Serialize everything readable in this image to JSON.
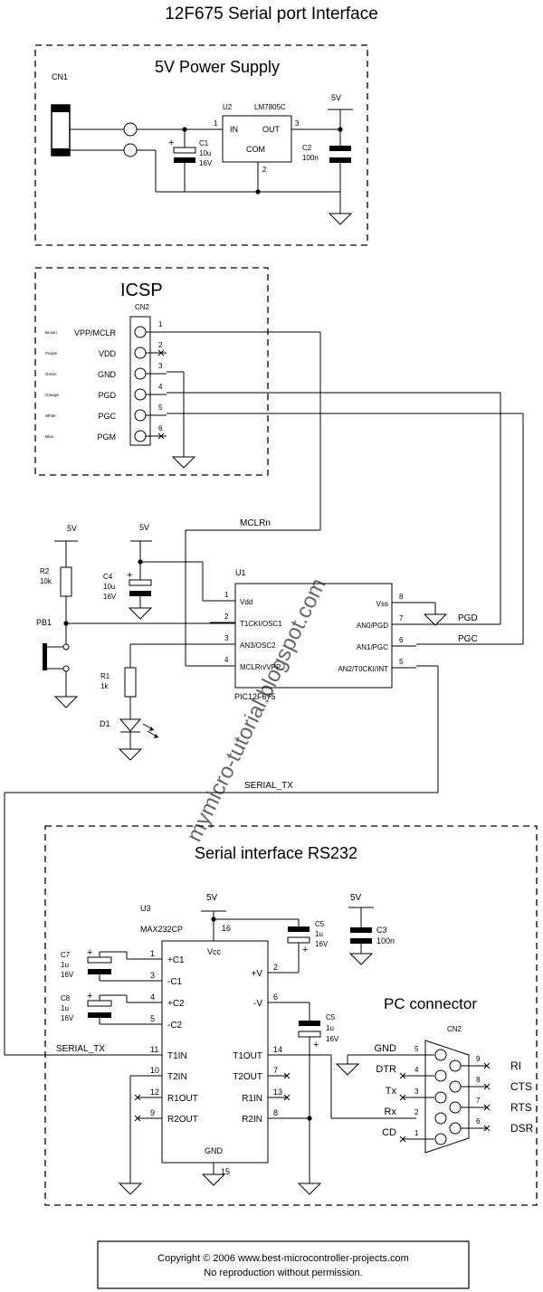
{
  "title": "12F675 Serial port Interface",
  "watermark": "mymicro-tutorial.blogspot.com",
  "power_supply": {
    "title": "5V Power Supply",
    "cn1": "CN1",
    "u2": "U2",
    "regulator": "LM7805C",
    "pin_in": "IN",
    "pin_out": "OUT",
    "pin_com": "COM",
    "pin1": "1",
    "pin2": "2",
    "pin3": "3",
    "c1": [
      "C1",
      "10u",
      "16V"
    ],
    "c2": [
      "C2",
      "100n"
    ],
    "vout": "5V",
    "plus": "+"
  },
  "icsp": {
    "title": "ICSP",
    "connector": "CN2",
    "colors": [
      "Brown",
      "Purple",
      "Green",
      "Orange",
      "White",
      "Blue"
    ],
    "signals": [
      "VPP/MCLR",
      "VDD",
      "GND",
      "PGD",
      "PGC",
      "PGM"
    ],
    "pins": [
      "1",
      "2",
      "3",
      "4",
      "5",
      "6"
    ]
  },
  "mcu": {
    "u1": "U1",
    "part": "PIC12F675",
    "left_pins": [
      {
        "num": "1",
        "name": "Vdd"
      },
      {
        "num": "2",
        "name": "T1CKI/OSC1"
      },
      {
        "num": "3",
        "name": "AN3/OSC2"
      },
      {
        "num": "4",
        "name": "MCLRn/VPP"
      }
    ],
    "right_pins": [
      {
        "num": "8",
        "name": "Vss"
      },
      {
        "num": "7",
        "name": "AN0/PGD"
      },
      {
        "num": "6",
        "name": "AN1/PGC"
      },
      {
        "num": "5",
        "name": "AN2/T0CKI/INT"
      }
    ],
    "net_mclr": "MCLRn",
    "net_pgd": "PGD",
    "net_pgc": "PGC",
    "net_serial_tx": "SERIAL_TX",
    "v5": "5V",
    "r2": [
      "R2",
      "10k"
    ],
    "c4": [
      "C4",
      "10u",
      "16V"
    ],
    "pb1": "PB1",
    "r1": [
      "R1",
      "1k"
    ],
    "d1": "D1"
  },
  "rs232": {
    "title": "Serial interface RS232",
    "u3": "U3",
    "part": "MAX232CP",
    "v5": "5V",
    "vcc": "Vcc",
    "gnd": "GND",
    "pin15": "15",
    "pin16": "16",
    "left_pins": [
      {
        "num": "1",
        "name": "+C1"
      },
      {
        "num": "3",
        "name": "-C1"
      },
      {
        "num": "4",
        "name": "+C2"
      },
      {
        "num": "5",
        "name": "-C2"
      },
      {
        "num": "11",
        "name": "T1IN"
      },
      {
        "num": "10",
        "name": "T2IN"
      },
      {
        "num": "12",
        "name": "R1OUT"
      },
      {
        "num": "9",
        "name": "R2OUT"
      }
    ],
    "right_pins": [
      {
        "num": "2",
        "name": "+V"
      },
      {
        "num": "6",
        "name": "-V"
      },
      {
        "num": "14",
        "name": "T1OUT"
      },
      {
        "num": "7",
        "name": "T2OUT"
      },
      {
        "num": "13",
        "name": "R1IN"
      },
      {
        "num": "8",
        "name": "R2IN"
      }
    ],
    "c3": [
      "C3",
      "100n"
    ],
    "c5_top": [
      "C5",
      "1u",
      "16V"
    ],
    "c5": [
      "C5",
      "1u",
      "16V"
    ],
    "c7": [
      "C7",
      "1u",
      "16V"
    ],
    "c8": [
      "C8",
      "1u",
      "16V"
    ],
    "net_serial_tx": "SERIAL_TX"
  },
  "pc_connector": {
    "title": "PC connector",
    "connector": "CN2",
    "left_labels": [
      "GND",
      "DTR",
      "Tx",
      "Rx",
      "CD"
    ],
    "left_pins": [
      "5",
      "4",
      "3",
      "2",
      "1"
    ],
    "right_pins": [
      "9",
      "8",
      "7",
      "6"
    ],
    "right_labels": [
      "RI",
      "CTS",
      "RTS",
      "DSR"
    ]
  },
  "copyright": {
    "line1": "Copyright © 2006 www.best-microcontroller-projects.com",
    "line2": "No reproduction without permission."
  }
}
